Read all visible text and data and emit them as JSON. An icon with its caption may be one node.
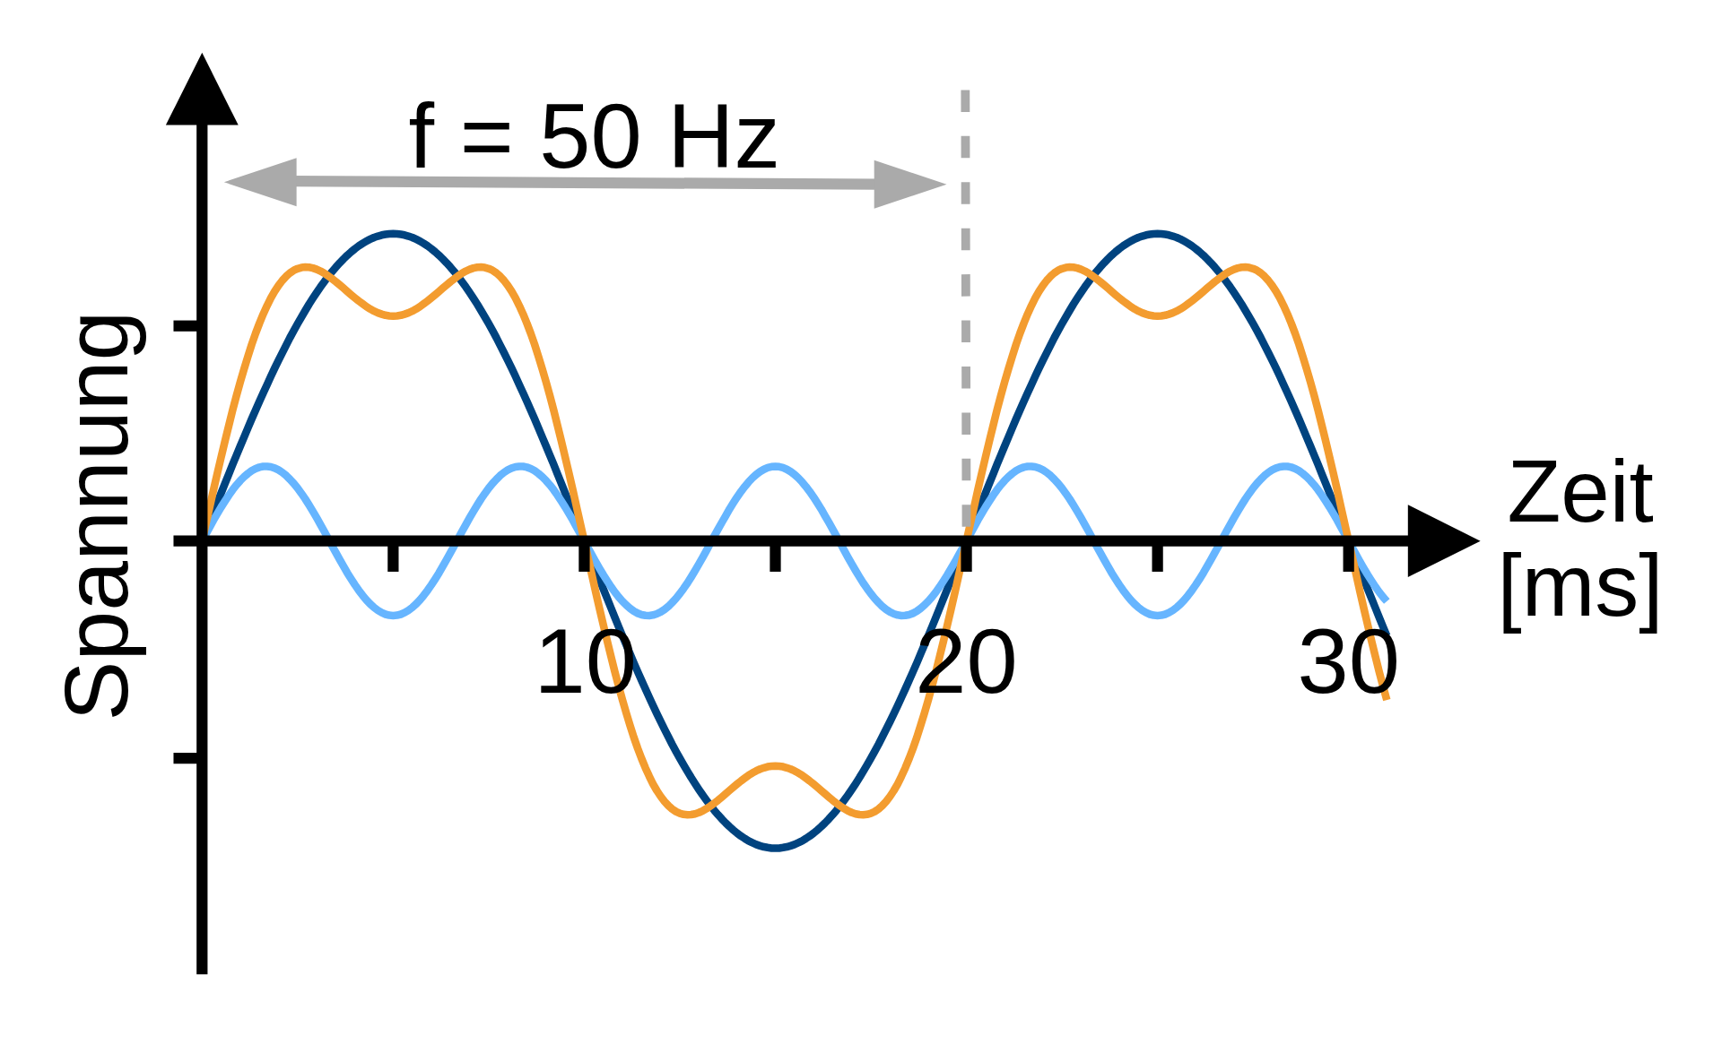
{
  "diagram": {
    "labels": [
      "f = 50 Hz",
      "Spannung",
      "Zeit [ms]",
      "10",
      "20",
      "30"
    ]
  }
}
